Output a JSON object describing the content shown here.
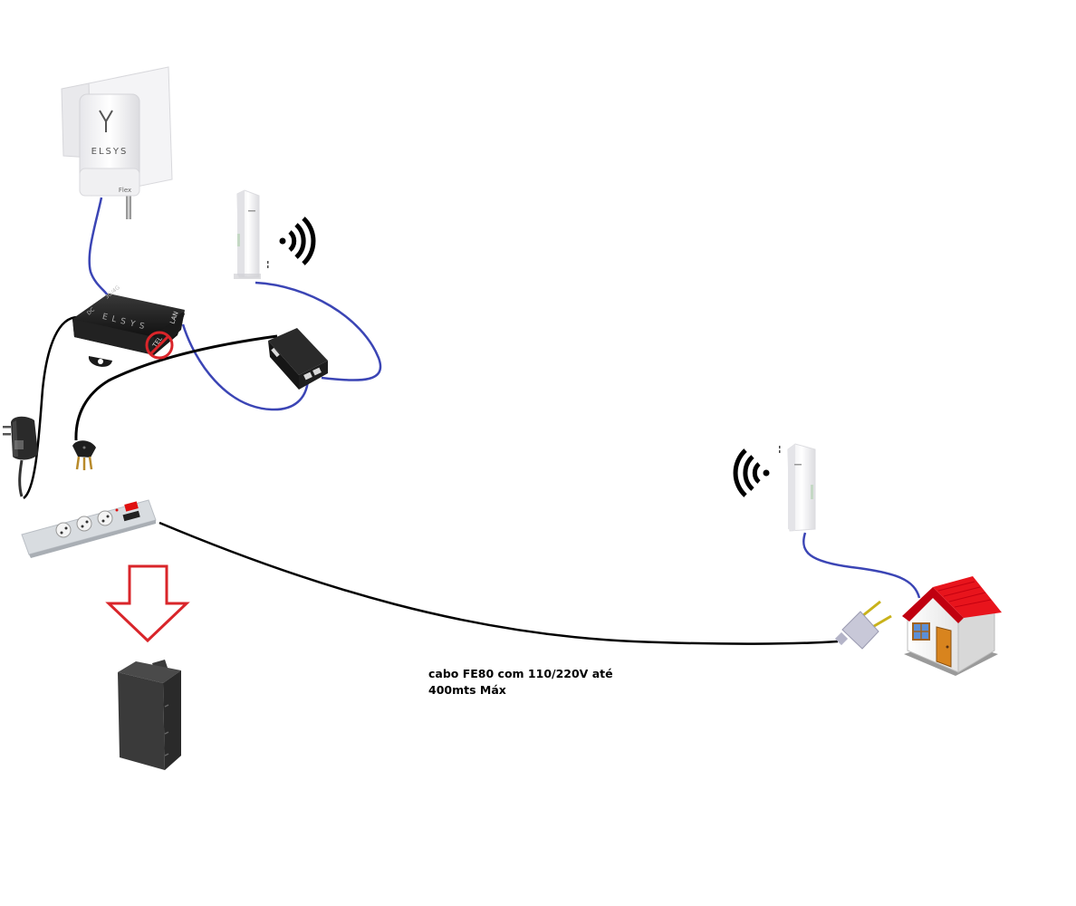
{
  "diagram": {
    "type": "network-installation-sketch",
    "caption": {
      "line1": "cabo FE80 com 110/220V até",
      "line2": "400mts Máx"
    },
    "devices": {
      "outdoor_unit": {
        "brand": "ELSYS",
        "model_tag": "Flex",
        "icon": "elsys-outdoor-antenna-icon"
      },
      "modem": {
        "brand": "ELSYS",
        "ports": [
          "DC",
          "3G/4G",
          "LAN",
          "TEL"
        ],
        "blocked_port": "TEL",
        "icon": "elsys-modem-icon"
      },
      "cpe_left": {
        "icon": "cpe-outdoor-antenna-icon"
      },
      "cpe_right": {
        "icon": "cpe-outdoor-antenna-icon"
      },
      "poe_injector": {
        "icon": "poe-injector-icon"
      },
      "power_adapter": {
        "icon": "wall-power-adapter-icon"
      },
      "plug_3pin": {
        "icon": "three-pin-plug-icon"
      },
      "power_strip": {
        "icon": "power-strip-icon"
      },
      "enclosure": {
        "icon": "weatherproof-enclosure-icon"
      },
      "plug_2pin": {
        "icon": "two-pin-plug-icon"
      },
      "house": {
        "icon": "house-icon"
      }
    },
    "colors": {
      "ethernet_cable": "#3b45b5",
      "power_cable": "#000000",
      "arrow": "#d9252a",
      "blocked": "#d9252a",
      "roof": "#e8141c",
      "device_dark": "#1e1e1e",
      "device_light": "#f2f2f4"
    }
  }
}
